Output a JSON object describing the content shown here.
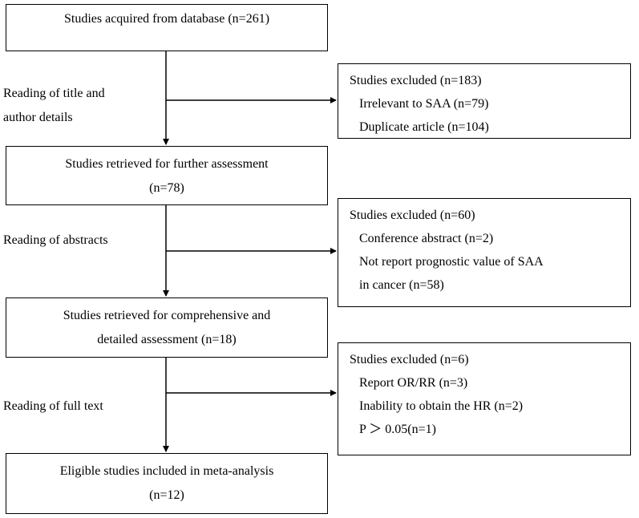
{
  "boxes": {
    "b1": {
      "lines": [
        "Studies acquired from database (n=261)"
      ]
    },
    "b2": {
      "lines": [
        "Studies retrieved for further assessment",
        "(n=78)"
      ]
    },
    "b3": {
      "lines": [
        "Studies retrieved for comprehensive and",
        "detailed assessment (n=18)"
      ]
    },
    "b4": {
      "lines": [
        "Eligible studies included in meta-analysis",
        "(n=12)"
      ]
    }
  },
  "excluded": {
    "e1": {
      "title": "Studies excluded (n=183)",
      "items": [
        "Irrelevant to SAA (n=79)",
        "Duplicate article (n=104)"
      ]
    },
    "e2": {
      "title": "Studies excluded (n=60)",
      "items": [
        "Conference abstract (n=2)",
        "Not report prognostic value of SAA",
        "in cancer (n=58)"
      ]
    },
    "e3": {
      "title": "Studies excluded (n=6)",
      "items": [
        "Report OR/RR (n=3)",
        "Inability to obtain the HR (n=2)",
        "P ＞ 0.05(n=1)"
      ]
    }
  },
  "steps": {
    "s1": [
      "Reading of title and",
      "author details"
    ],
    "s2": [
      "Reading of abstracts"
    ],
    "s3": [
      "Reading of full text"
    ]
  }
}
